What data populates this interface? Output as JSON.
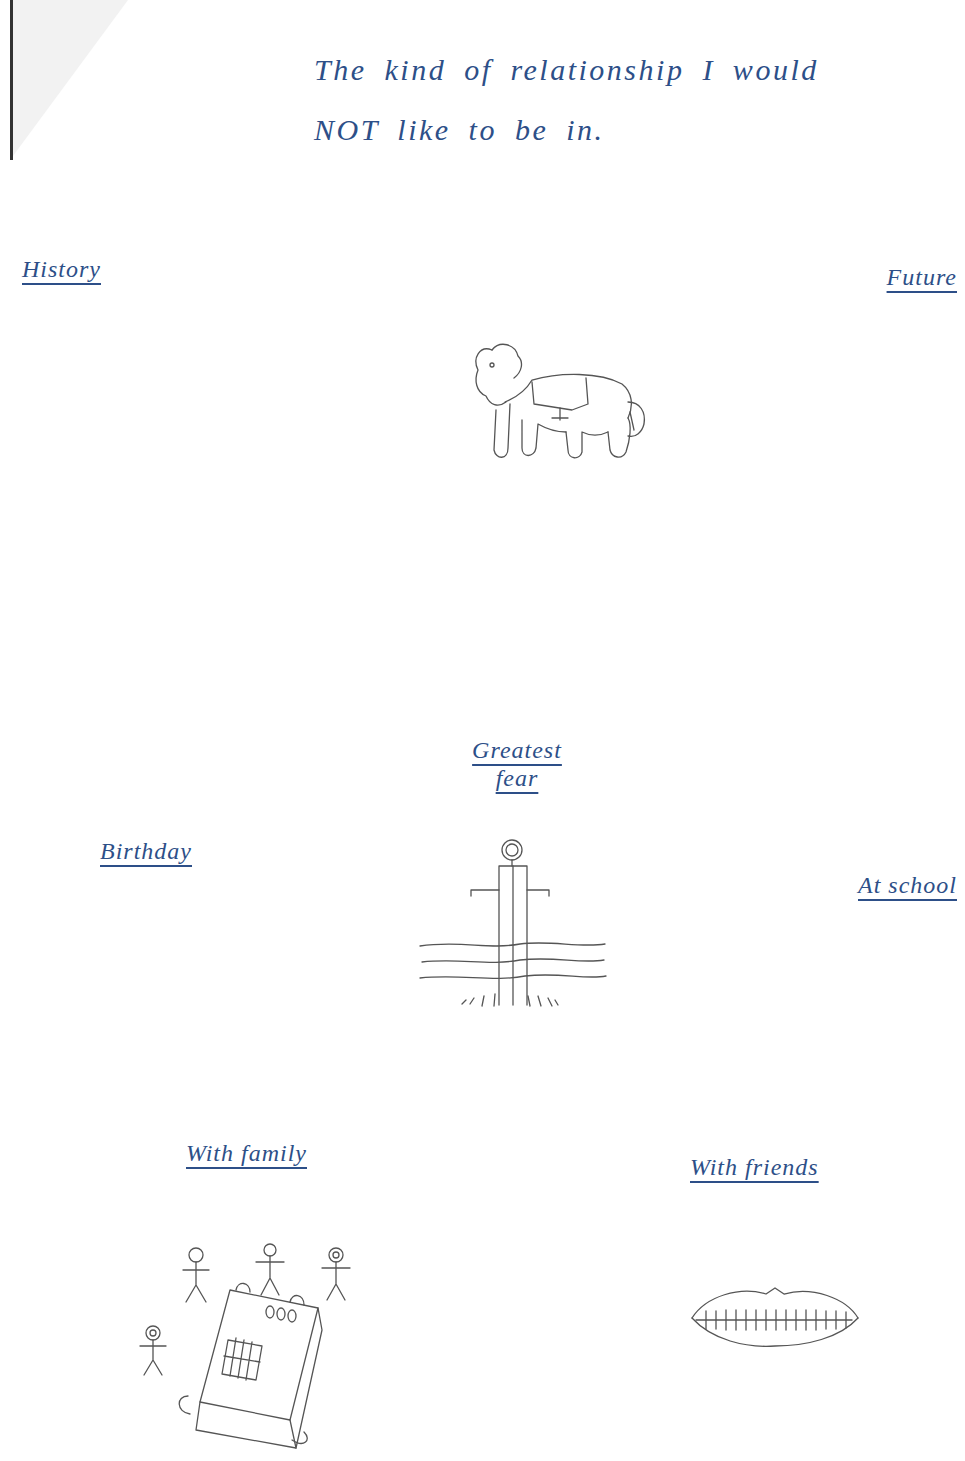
{
  "diagram": {
    "title": "The kind of relationship I would NOT like to be in.",
    "labels": [
      "History",
      "Future",
      "Greatest fear",
      "Birthday",
      "At school",
      "With family",
      "With friends"
    ]
  }
}
